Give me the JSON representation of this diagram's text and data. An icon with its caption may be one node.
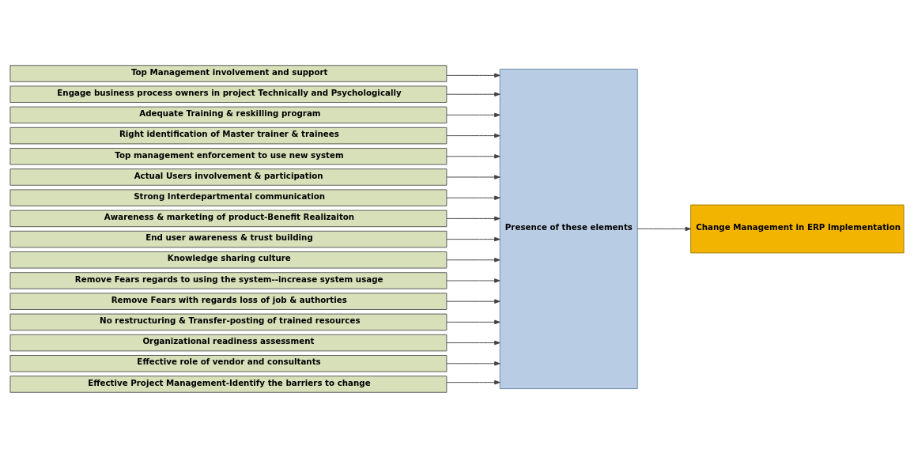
{
  "diagram": {
    "nodes": [
      {
        "text": [
          "Top Management involvement and support"
        ]
      },
      {
        "text": [
          "Engage business process owners in project Technically and Psychologically"
        ]
      },
      {
        "text": [
          "Adequate Training & reskilling program"
        ]
      },
      {
        "text": [
          "Right identification of Master trainer & trainees"
        ]
      },
      {
        "text": [
          "Top management enforcement to use new system"
        ]
      },
      {
        "text": [
          "Actual Users involvement & participation"
        ]
      },
      {
        "text": [
          "Strong Interdepartmental communication"
        ]
      },
      {
        "text": [
          "Awareness & marketing of product-Benefit Realizaiton"
        ]
      },
      {
        "text": [
          "End user awareness & trust building"
        ]
      },
      {
        "text": [
          "Knowledge sharing culture"
        ]
      },
      {
        "text": [
          "Remove Fears regards to using the system--increase system usage"
        ]
      },
      {
        "text": [
          "Remove Fears with regards loss of job & authorties"
        ]
      },
      {
        "text": [
          "No restructuring & Transfer-posting of trained resources"
        ]
      },
      {
        "text": [
          "Organizational readiness assessment"
        ]
      },
      {
        "text": [
          "Effective role of vendor and consultants"
        ]
      },
      {
        "text": [
          "Effective Project Management-Identify the barriers to change"
        ]
      },
      {
        "text": [
          "Presence of these elements"
        ]
      },
      {
        "text": [
          "Change Management in ERP Implementation"
        ]
      }
    ],
    "edges": [
      {
        "from": 0,
        "to": 16,
        "arrow": "to"
      },
      {
        "from": 1,
        "to": 16,
        "arrow": "to"
      },
      {
        "from": 2,
        "to": 16,
        "arrow": "to"
      },
      {
        "from": 3,
        "to": 16,
        "arrow": "to"
      },
      {
        "from": 4,
        "to": 16,
        "arrow": "to"
      },
      {
        "from": 5,
        "to": 16,
        "arrow": "to"
      },
      {
        "from": 6,
        "to": 16,
        "arrow": "to"
      },
      {
        "from": 7,
        "to": 16,
        "arrow": "to"
      },
      {
        "from": 8,
        "to": 16,
        "arrow": "to"
      },
      {
        "from": 9,
        "to": 16,
        "arrow": "to"
      },
      {
        "from": 10,
        "to": 16,
        "arrow": "to"
      },
      {
        "from": 11,
        "to": 16,
        "arrow": "to"
      },
      {
        "from": 12,
        "to": 16,
        "arrow": "to"
      },
      {
        "from": 13,
        "to": 16,
        "arrow": "to"
      },
      {
        "from": 14,
        "to": 16,
        "arrow": "to"
      },
      {
        "from": 15,
        "to": 16,
        "arrow": "to"
      },
      {
        "from": 16,
        "to": 17,
        "arrow": "to"
      }
    ]
  }
}
